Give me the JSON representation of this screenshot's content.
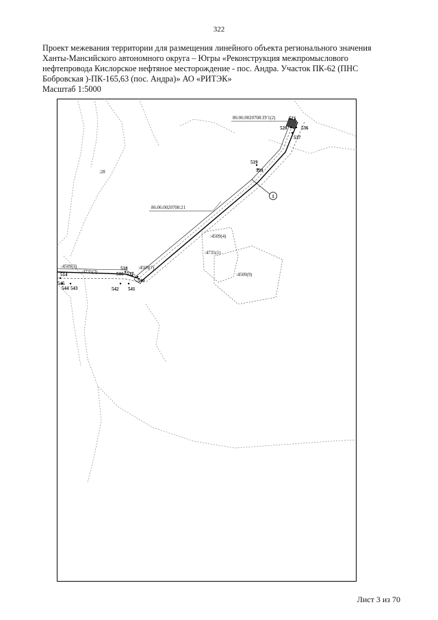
{
  "page_number": "322",
  "title_lines": [
    "Проект межевания  территории для размещения линейного объекта регионального значения",
    "Ханты-Мансийского автономного округа – Югры  «Реконструкция межпромыслового",
    "нефтепровода Кислорское нефтяное месторождение - пос. Андра. Участок ПК-62 (ПНС",
    "Бобровская )-ПК-165,63 (пос. Андра)» АО «РИТЭК»"
  ],
  "scale": "Масштаб 1:5000",
  "sheet": "Лист 3 из 70",
  "map": {
    "parcel_labels": {
      "zu1": "86:06:0020708:ЗУ1(2)",
      "p21": "86:06:0020708:21",
      "q28": ":28",
      "p4509_4": ":4509(4)",
      "p4735_1": ":4735(1)",
      "p4509_9": ":4509(9)",
      "p4509_7": ":4509(7)",
      "p4509_3": ":4509(3)",
      "p4735_3": ":4735(3)"
    },
    "points": {
      "p521": "521",
      "p520": "520",
      "p536": "536",
      "p537": "537",
      "p519": "519",
      "p539": "539",
      "p518": "518",
      "p516": "516",
      "p517": "517",
      "p540": "540",
      "p542": "542",
      "p541": "541",
      "p514": "514",
      "p545": "545",
      "p544": "544",
      "p543": "543"
    },
    "callout": "1"
  }
}
